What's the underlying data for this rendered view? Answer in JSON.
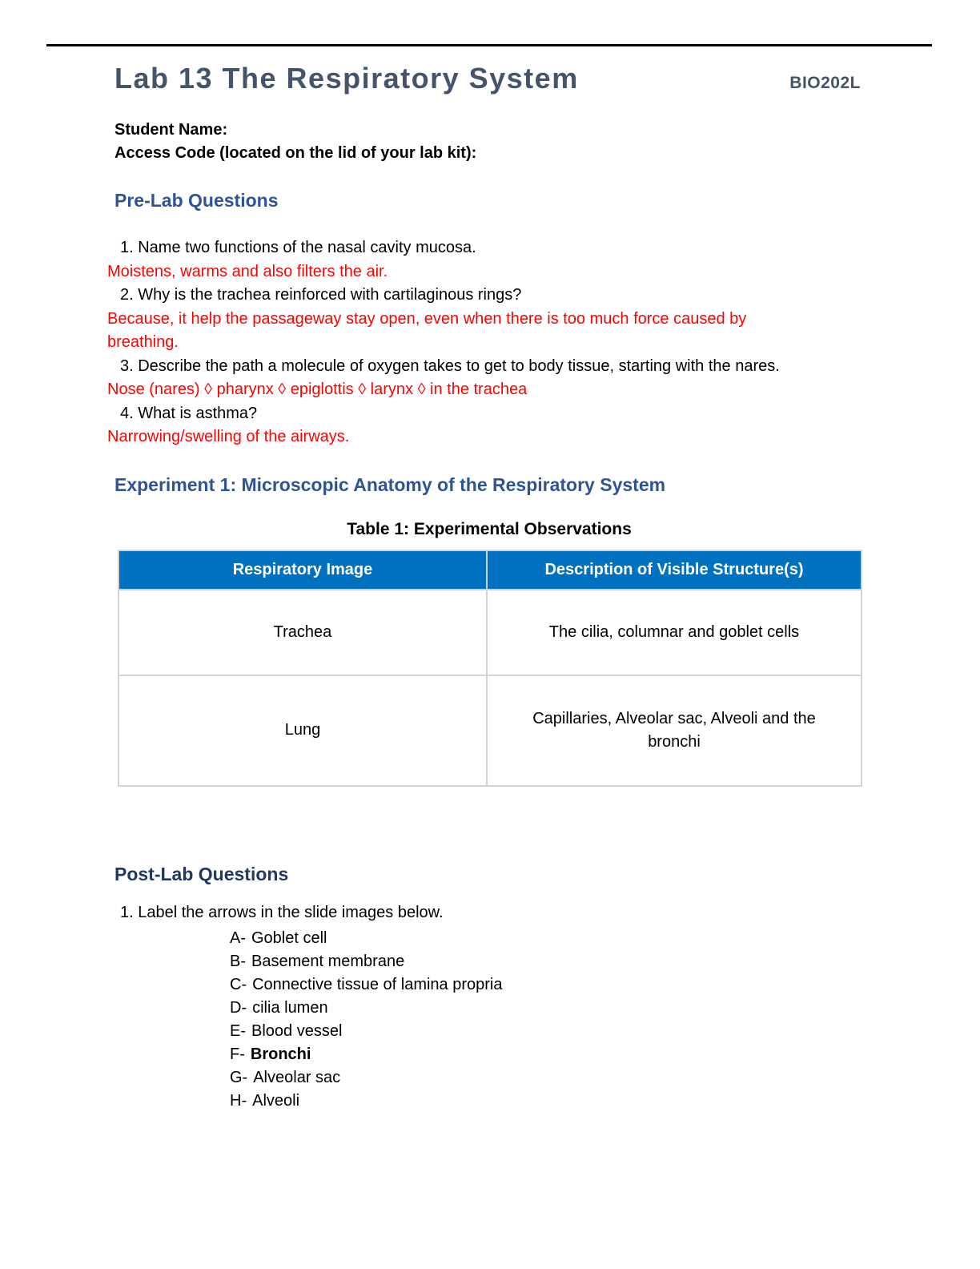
{
  "page": {
    "title": "Lab 13 The Respiratory System",
    "course_code": "BIO202L"
  },
  "student": {
    "name_label": "Student Name:",
    "access_code_label": "Access Code (located on the lid of your lab kit):"
  },
  "prelab": {
    "heading": "Pre-Lab Questions",
    "items": [
      {
        "question": "1. Name two functions of the nasal cavity mucosa.",
        "answer": "Moistens, warms and also filters the air."
      },
      {
        "question": "2. Why is the trachea reinforced with cartilaginous rings?",
        "answer": "Because, it help the passageway stay open, even when there is too much force caused by\nbreathing."
      },
      {
        "question": "3. Describe the path a molecule of oxygen takes to get to body tissue, starting with the nares.",
        "answer": "Nose (nares) ◊  pharynx ◊ epiglottis ◊ larynx ◊  in the trachea"
      },
      {
        "question": "4. What is asthma?",
        "answer": "Narrowing/swelling of the airways."
      }
    ]
  },
  "experiment1": {
    "heading": "Experiment 1: Microscopic Anatomy of the Respiratory System",
    "table_caption": "Table 1: Experimental Observations",
    "table": {
      "headers": [
        "Respiratory Image",
        "Description of Visible Structure(s)"
      ],
      "rows": [
        {
          "image": "Trachea",
          "description": "The cilia, columnar and goblet cells"
        },
        {
          "image": "Lung",
          "description": "Capillaries, Alveolar sac, Alveoli and the bronchi"
        }
      ]
    }
  },
  "postlab": {
    "heading": "Post-Lab Questions",
    "question1": "1. Label the arrows in the slide images below.",
    "labels": [
      {
        "prefix": "A-",
        "text": "Goblet cell"
      },
      {
        "prefix": "B-",
        "text": "Basement membrane"
      },
      {
        "prefix": "C-",
        "text": "Connective tissue of lamina propria"
      },
      {
        "prefix": "D-",
        "text": "cilia lumen"
      },
      {
        "prefix": "E-",
        "text": "Blood vessel"
      },
      {
        "prefix": "F-",
        "text": "Bronchi"
      },
      {
        "prefix": "G-",
        "text": "Alveolar sac"
      },
      {
        "prefix": "H-",
        "text": "Alveoli"
      }
    ]
  },
  "colors": {
    "title_slate": "#44546A",
    "section_heading_blue": "#2F5496",
    "postlab_heading_navy": "#1F3864",
    "answer_red": "#FF0000",
    "table_header_blue": "#0070C0",
    "table_border_gray": "#D3D3D5",
    "body_text": "#000000"
  }
}
